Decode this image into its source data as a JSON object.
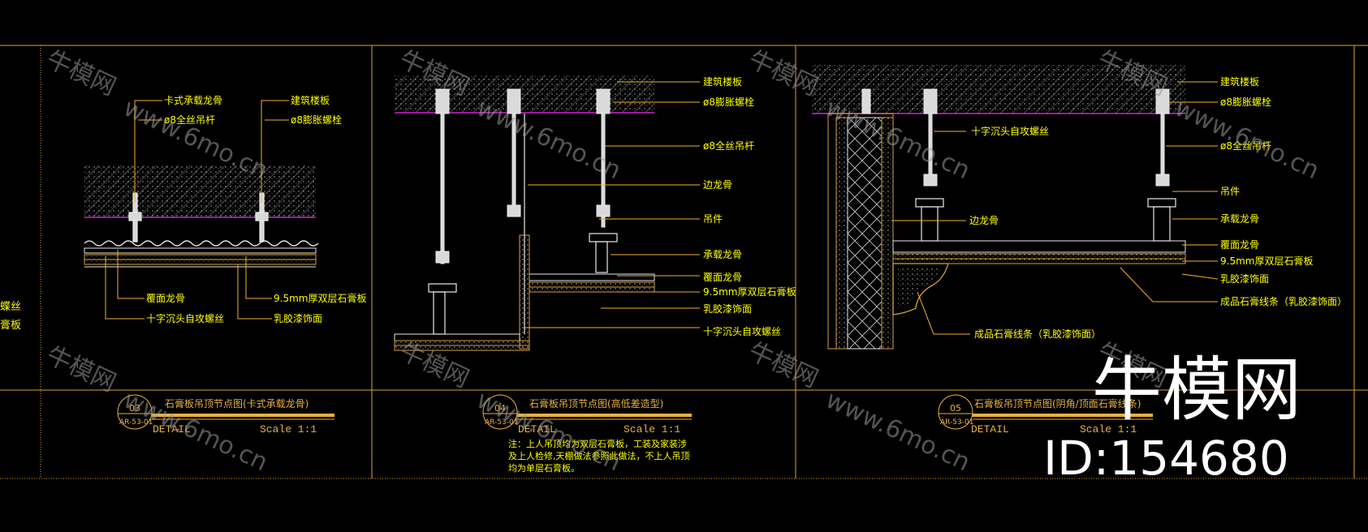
{
  "palette": {
    "background": "#000000",
    "frame": "#d9a43a",
    "leader": "#f0b030",
    "label": "#ffff00",
    "title": "#e8b040",
    "concrete": "#cfcfcf",
    "slab_line": "#d020d0",
    "steel": "#e8e8e8",
    "board": "#d8a040",
    "watermark": "#9a9a9a"
  },
  "left_edge": {
    "labels": [
      "蝶丝",
      "膏板"
    ]
  },
  "details": [
    {
      "number": "03",
      "sheet": "AR-53-01",
      "title": "石膏板吊顶节点图(卡式承载龙骨)",
      "subtitle": "DETAIL",
      "scale": "Scale 1:1",
      "labels": {
        "card_keel": "卡式承载龙骨",
        "rod": "ø8全丝吊杆",
        "slab": "建筑楼板",
        "anchor": "ø8膨胀螺栓",
        "cover_keel": "覆面龙骨",
        "screw": "十字沉头自攻螺丝",
        "board": "9.5mm厚双层石膏板",
        "paint": "乳胶漆饰面"
      }
    },
    {
      "number": "04",
      "sheet": "AR-53-01",
      "title": "石膏板吊顶节点图(高低差造型)",
      "subtitle": "DETAIL",
      "scale": "Scale 1:1",
      "labels": {
        "slab": "建筑楼板",
        "anchor": "ø8膨胀螺栓",
        "rod": "ø8全丝吊杆",
        "edge_keel": "边龙骨",
        "hanger": "吊件",
        "main_keel": "承载龙骨",
        "cover_keel": "覆面龙骨",
        "board": "9.5mm厚双层石膏板",
        "paint": "乳胶漆饰面",
        "screw": "十字沉头自攻螺丝"
      },
      "note": [
        "注：上人吊顶均为双层石膏板，工装及家装涉",
        "及上人检修,天棚做法参照此做法，不上人吊顶",
        "均为单层石膏板。"
      ]
    },
    {
      "number": "05",
      "sheet": "AR-53-01",
      "title": "石膏板吊顶节点图(阴角/顶面石膏线条)",
      "subtitle": "DETAIL",
      "scale": "Scale 1:1",
      "labels": {
        "screw": "十字沉头自攻螺丝",
        "edge_keel": "边龙骨",
        "molding_bottom": "成品石膏线条（乳胶漆饰面）",
        "slab": "建筑楼板",
        "anchor": "ø8膨胀螺栓",
        "rod": "ø8全丝吊杆",
        "hanger": "吊件",
        "main_keel": "承载龙骨",
        "cover_keel": "覆面龙骨",
        "board": "9.5mm厚双层石膏板",
        "paint": "乳胶漆饰面",
        "molding": "成品石膏线条（乳胶漆饰面）"
      }
    }
  ],
  "watermark": {
    "brand": "牛模网",
    "site": "www.6mo.cn",
    "big_brand": "牛模网",
    "id": "ID:154680"
  }
}
